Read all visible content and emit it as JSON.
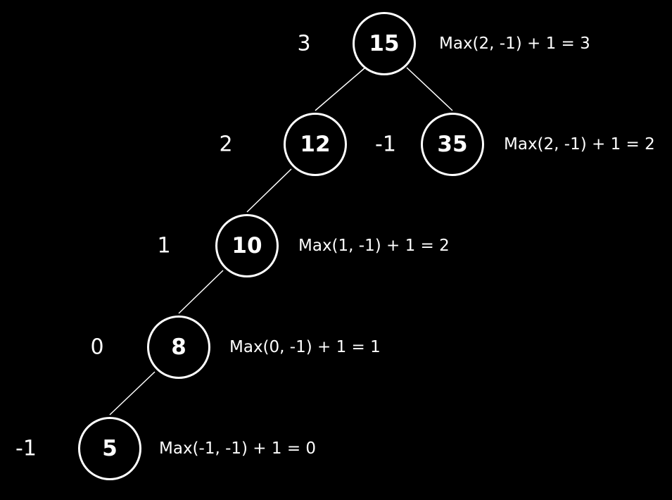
{
  "colors": {
    "background": "#000000",
    "foreground": "#ffffff"
  },
  "tree": {
    "nodes": [
      {
        "id": "n15",
        "value": "15",
        "height_label": "3",
        "formula": "Max(2, -1) + 1 = 3"
      },
      {
        "id": "n12",
        "value": "12",
        "height_label": "2",
        "formula": ""
      },
      {
        "id": "n35",
        "value": "35",
        "height_label": "-1",
        "formula": "Max(2, -1) + 1 = 2"
      },
      {
        "id": "n10",
        "value": "10",
        "height_label": "1",
        "formula": "Max(1, -1) + 1 = 2"
      },
      {
        "id": "n8",
        "value": "8",
        "height_label": "0",
        "formula": "Max(0, -1) + 1 = 1"
      },
      {
        "id": "n5",
        "value": "5",
        "height_label": "-1",
        "formula": "Max(-1, -1) + 1 = 0"
      }
    ],
    "edges": [
      {
        "from": "n15",
        "to": "n12"
      },
      {
        "from": "n15",
        "to": "n35"
      },
      {
        "from": "n12",
        "to": "n10"
      },
      {
        "from": "n10",
        "to": "n8"
      },
      {
        "from": "n8",
        "to": "n5"
      }
    ]
  }
}
